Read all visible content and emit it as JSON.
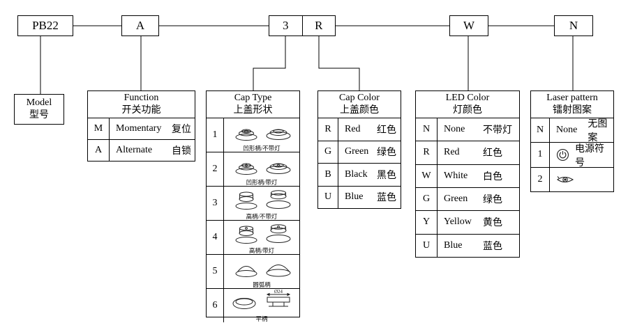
{
  "top_code": {
    "model": "PB22",
    "function": "A",
    "cap_type": "3",
    "cap_color": "R",
    "led_color": "W",
    "laser": "N"
  },
  "model_box": {
    "en": "Model",
    "zh": "型号"
  },
  "function_table": {
    "en": "Function",
    "zh": "开关功能",
    "rows": [
      {
        "code": "M",
        "en": "Momentary",
        "zh": "复位"
      },
      {
        "code": "A",
        "en": "Alternate",
        "zh": "自锁"
      }
    ]
  },
  "cap_type_table": {
    "en": "Cap Type",
    "zh": "上盖形状",
    "rows": [
      {
        "code": "1",
        "caption": "凹形柄/不带灯"
      },
      {
        "code": "2",
        "caption": "凹形柄/带灯"
      },
      {
        "code": "3",
        "caption": "高柄/不带灯"
      },
      {
        "code": "4",
        "caption": "高柄/带灯"
      },
      {
        "code": "5",
        "caption": "圆弧柄"
      },
      {
        "code": "6",
        "caption": "平柄",
        "dim": "Ø24"
      }
    ]
  },
  "cap_color_table": {
    "en": "Cap Color",
    "zh": "上盖颜色",
    "rows": [
      {
        "code": "R",
        "en": "Red",
        "zh": "红色"
      },
      {
        "code": "G",
        "en": "Green",
        "zh": "绿色"
      },
      {
        "code": "B",
        "en": "Black",
        "zh": "黑色"
      },
      {
        "code": "U",
        "en": "Blue",
        "zh": "蓝色"
      }
    ]
  },
  "led_color_table": {
    "en": "LED Color",
    "zh": "灯颜色",
    "rows": [
      {
        "code": "N",
        "en": "None",
        "zh": "不带灯"
      },
      {
        "code": "R",
        "en": "Red",
        "zh": "红色"
      },
      {
        "code": "W",
        "en": "White",
        "zh": "白色"
      },
      {
        "code": "G",
        "en": "Green",
        "zh": "绿色"
      },
      {
        "code": "Y",
        "en": "Yellow",
        "zh": "黄色"
      },
      {
        "code": "U",
        "en": "Blue",
        "zh": "蓝色"
      }
    ]
  },
  "laser_table": {
    "en": "Laser pattern",
    "zh": "镭射图案",
    "rows": [
      {
        "code": "N",
        "en": "None",
        "zh": "无图案"
      },
      {
        "code": "1",
        "en": "",
        "zh": "电源符号"
      },
      {
        "code": "2",
        "en": "",
        "zh": ""
      }
    ]
  }
}
